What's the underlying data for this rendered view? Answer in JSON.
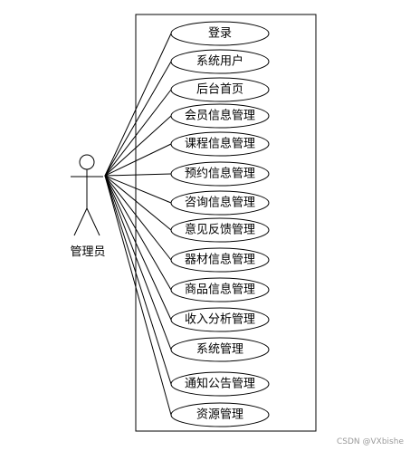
{
  "actor": {
    "label": "管理员"
  },
  "use_cases": [
    "登录",
    "系统用户",
    "后台首页",
    "会员信息管理",
    "课程信息管理",
    "预约信息管理",
    "咨询信息管理",
    "意见反馈管理",
    "器材信息管理",
    "商品信息管理",
    "收入分析管理",
    "系统管理",
    "通知公告管理",
    "资源管理"
  ],
  "watermark": "CSDN @VXbishe",
  "colors": {
    "stroke": "#000000",
    "background": "#ffffff",
    "watermark": "#9a9a9a"
  }
}
